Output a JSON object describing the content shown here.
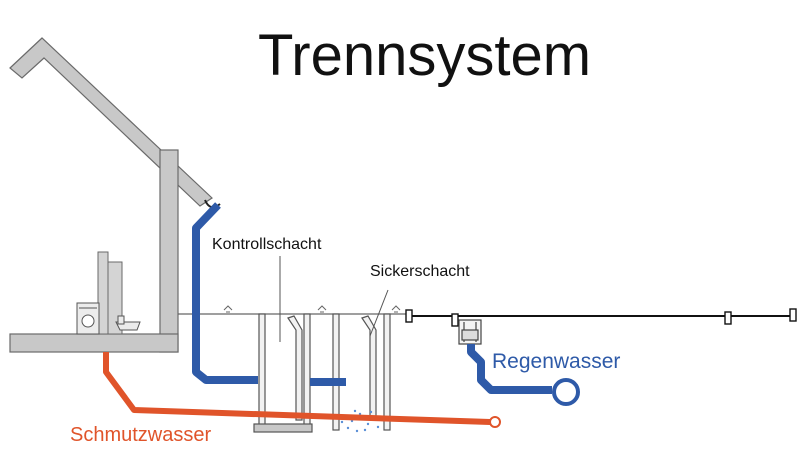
{
  "title": "Trennsystem",
  "labels": {
    "kontrollschacht": "Kontrollschacht",
    "sickerschacht": "Sickerschacht",
    "regenwasser": "Regenwasser",
    "schmutzwasser": "Schmutzwasser"
  },
  "colors": {
    "rain_pipe": "#2e5aa8",
    "waste_pipe": "#e0542a",
    "house": "#c8c8c8",
    "outline": "#555555"
  }
}
